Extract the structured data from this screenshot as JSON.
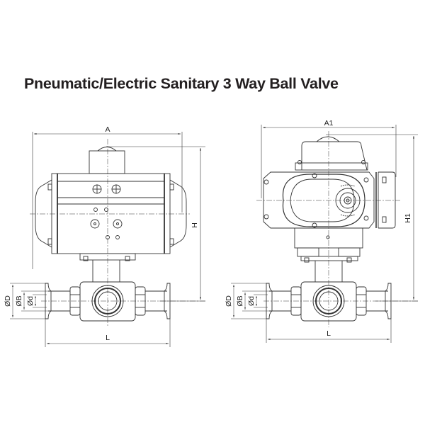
{
  "title": "Pneumatic/Electric Sanitary 3 Way Ball Valve",
  "colors": {
    "line": "#333333",
    "text": "#231f20",
    "background": "#ffffff"
  },
  "views": [
    {
      "name": "pneumatic-actuator-view",
      "dimensions": {
        "width": "A",
        "height": "H",
        "length": "L",
        "outer_diameter": "ØD",
        "bore_diameter": "ØB",
        "inner_diameter": "Ød"
      }
    },
    {
      "name": "electric-actuator-view",
      "dimensions": {
        "width": "A1",
        "height": "H1",
        "length": "L",
        "outer_diameter": "ØD",
        "bore_diameter": "ØB",
        "inner_diameter": "Ød"
      }
    }
  ]
}
